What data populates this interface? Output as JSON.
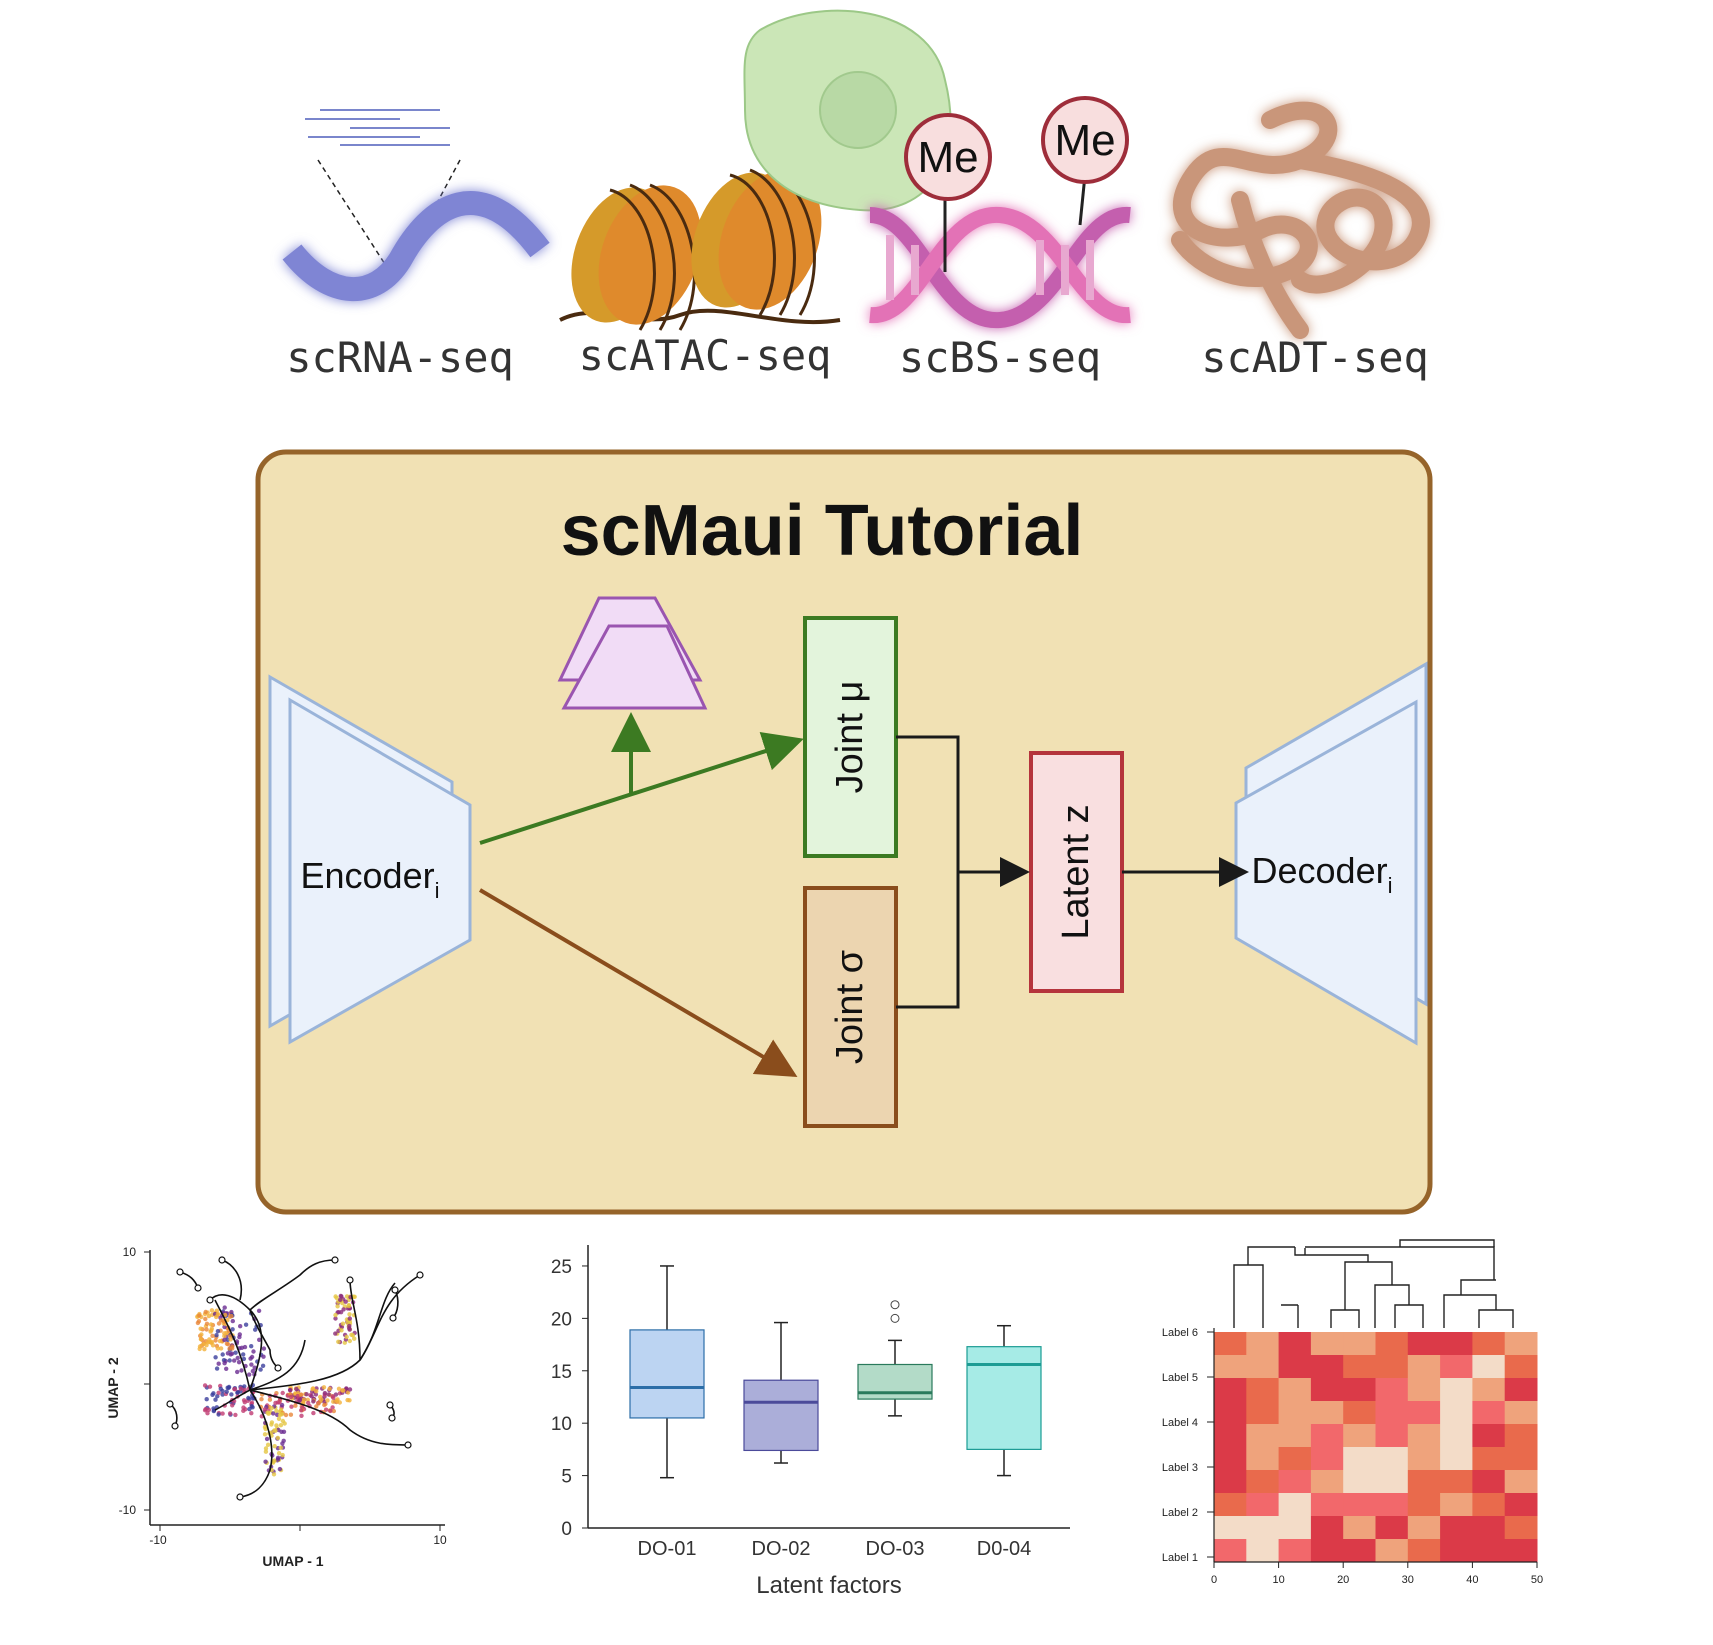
{
  "omics": {
    "scrna": "scRNA-seq",
    "scatac": "scATAC-seq",
    "scbs": "scBS-seq",
    "scadt": "scADT-seq",
    "me_label": "Me"
  },
  "diagram": {
    "title": "scMaui Tutorial",
    "encoder": "Encoder",
    "encoder_sub": "i",
    "decoder": "Decoder",
    "decoder_sub": "i",
    "joint_mu": "Joint μ",
    "joint_sigma": "Joint σ",
    "latent": "Latent z",
    "colors": {
      "panel_bg": "#f1e1b4",
      "panel_border": "#96642a",
      "mu_fill": "#e3f4dc",
      "mu_border": "#3c7a22",
      "sigma_fill": "#ecd5b0",
      "sigma_border": "#8a4d1c",
      "latent_fill": "#f9dfe0",
      "latent_border": "#b5343c",
      "enc_fill": "#eaf1fb",
      "enc_border": "#9ab4d9"
    }
  },
  "umap": {
    "xlabel": "UMAP - 1",
    "ylabel": "UMAP - 2",
    "yticks": [
      "10",
      "-10"
    ],
    "xticks": [
      "-10",
      "10"
    ]
  },
  "heatmap": {
    "row_labels": [
      "Label 6",
      "Label 5",
      "Label 4",
      "Label 3",
      "Label 2",
      "Label 1"
    ],
    "xticks": [
      "0",
      "10",
      "20",
      "30",
      "40",
      "50"
    ]
  },
  "chart_data": [
    {
      "type": "box",
      "categories": [
        "DO-01",
        "DO-02",
        "DO-03",
        "D0-04"
      ],
      "xlabel": "Latent factors",
      "ylabel": "",
      "ylim": [
        0,
        27
      ],
      "yticks": [
        0,
        5,
        10,
        15,
        20,
        25
      ],
      "boxes": [
        {
          "min": 4.8,
          "q1": 10.5,
          "median": 13.4,
          "q3": 18.9,
          "max": 25,
          "color": "#bcd4f2",
          "median_color": "#2c6ea8"
        },
        {
          "min": 6.2,
          "q1": 7.4,
          "median": 12,
          "q3": 14.1,
          "max": 19.6,
          "color": "#abaed9",
          "median_color": "#4b4a9a"
        },
        {
          "min": 10.7,
          "q1": 12.3,
          "median": 12.9,
          "q3": 15.6,
          "max": 17.9,
          "color": "#b3dbc8",
          "median_color": "#2a7a5c",
          "outliers": [
            20,
            21.3
          ]
        },
        {
          "min": 5,
          "q1": 7.5,
          "median": 15.6,
          "q3": 17.3,
          "max": 19.3,
          "color": "#a6ebe6",
          "median_color": "#1c9c94"
        }
      ]
    }
  ]
}
